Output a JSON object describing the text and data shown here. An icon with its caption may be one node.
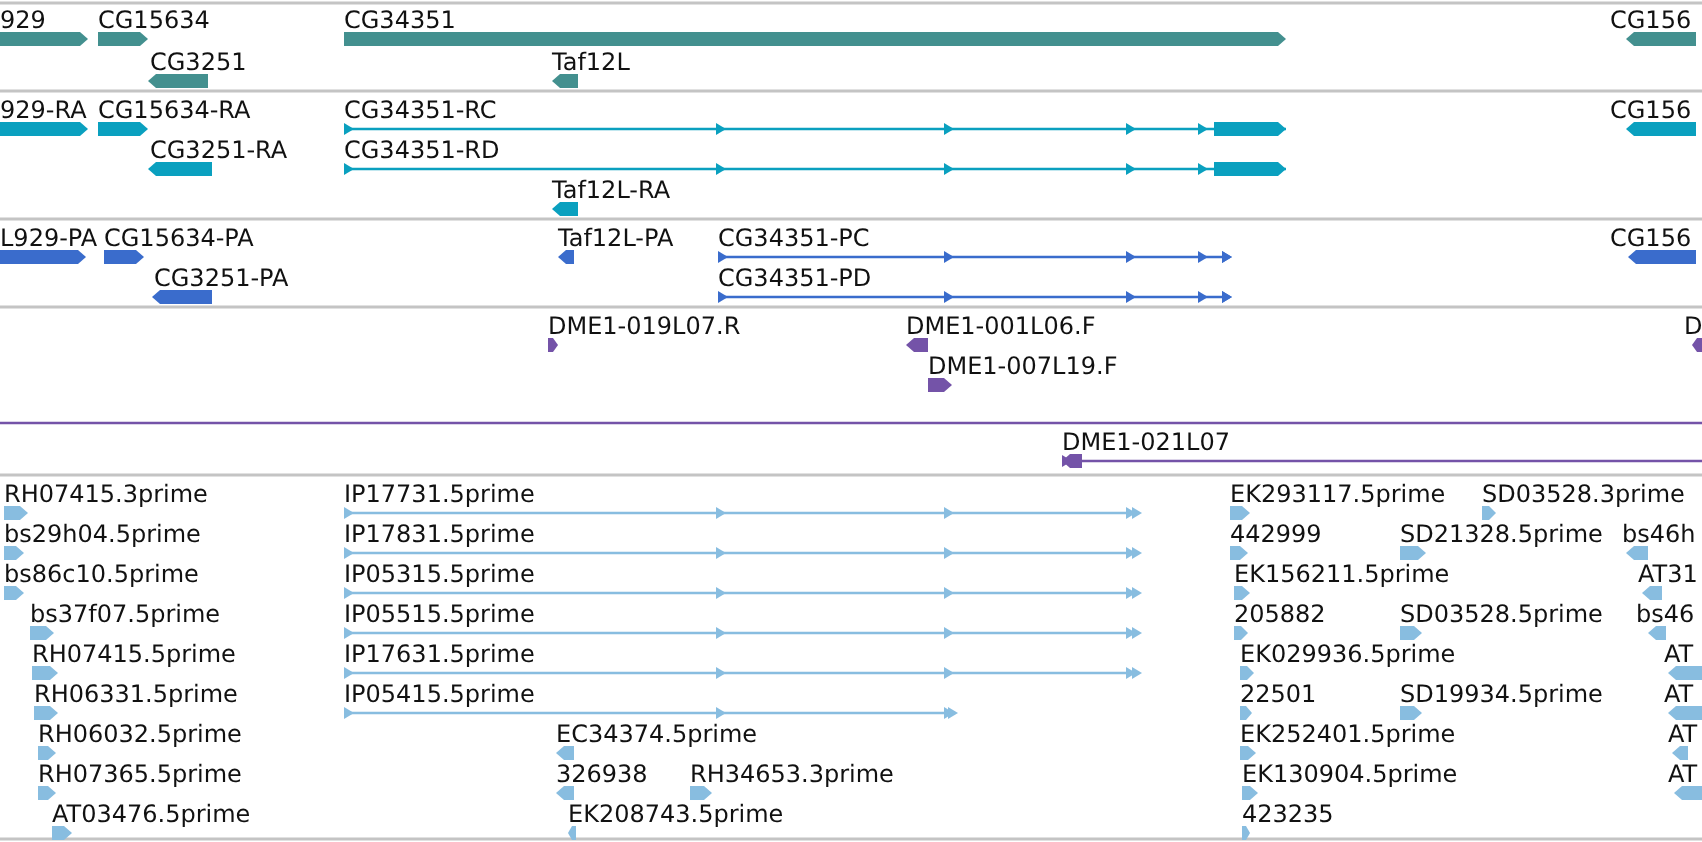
{
  "diagram": {
    "nodes": [
      {
        "text": [
          "929"
        ]
      },
      {
        "text": [
          "CG15634"
        ]
      },
      {
        "text": [
          "CG3251"
        ]
      },
      {
        "text": [
          "CG34351"
        ]
      },
      {
        "text": [
          "Taf12L"
        ]
      },
      {
        "text": [
          "CG156"
        ]
      },
      {
        "text": [
          "929-RA"
        ]
      },
      {
        "text": [
          "CG15634-RA"
        ]
      },
      {
        "text": [
          "CG3251-RA"
        ]
      },
      {
        "text": [
          "CG34351-RC"
        ]
      },
      {
        "text": [
          "CG34351-RD"
        ]
      },
      {
        "text": [
          "Taf12L-RA"
        ]
      },
      {
        "text": [
          "CG156"
        ]
      },
      {
        "text": [
          "L929-PA"
        ]
      },
      {
        "text": [
          "CG15634-PA"
        ]
      },
      {
        "text": [
          "CG3251-PA"
        ]
      },
      {
        "text": [
          "Taf12L-PA"
        ]
      },
      {
        "text": [
          "CG34351-PC"
        ]
      },
      {
        "text": [
          "CG34351-PD"
        ]
      },
      {
        "text": [
          "CG156"
        ]
      },
      {
        "text": [
          "DME1-019L07.R"
        ]
      },
      {
        "text": [
          "DME1-001L06.F"
        ]
      },
      {
        "text": [
          "D"
        ]
      },
      {
        "text": [
          "DME1-007L19.F"
        ]
      },
      {
        "text": [
          "DME1-021L07"
        ]
      },
      {
        "text": [
          "RH07415.3prime"
        ]
      },
      {
        "text": [
          "IP17731.5prime"
        ]
      },
      {
        "text": [
          "EK293117.5prime"
        ]
      },
      {
        "text": [
          "SD03528.3prime"
        ]
      },
      {
        "text": [
          "bs29h04.5prime"
        ]
      },
      {
        "text": [
          "IP17831.5prime"
        ]
      },
      {
        "text": [
          "442999"
        ]
      },
      {
        "text": [
          "SD21328.5prime"
        ]
      },
      {
        "text": [
          "bs46h"
        ]
      },
      {
        "text": [
          "bs86c10.5prime"
        ]
      },
      {
        "text": [
          "IP05315.5prime"
        ]
      },
      {
        "text": [
          "EK156211.5prime"
        ]
      },
      {
        "text": [
          "AT31"
        ]
      },
      {
        "text": [
          "bs37f07.5prime"
        ]
      },
      {
        "text": [
          "IP05515.5prime"
        ]
      },
      {
        "text": [
          "205882"
        ]
      },
      {
        "text": [
          "SD03528.5prime"
        ]
      },
      {
        "text": [
          "bs46"
        ]
      },
      {
        "text": [
          "RH07415.5prime"
        ]
      },
      {
        "text": [
          "IP17631.5prime"
        ]
      },
      {
        "text": [
          "EK029936.5prime"
        ]
      },
      {
        "text": [
          "AT"
        ]
      },
      {
        "text": [
          "RH06331.5prime"
        ]
      },
      {
        "text": [
          "IP05415.5prime"
        ]
      },
      {
        "text": [
          "22501"
        ]
      },
      {
        "text": [
          "SD19934.5prime"
        ]
      },
      {
        "text": [
          "AT"
        ]
      },
      {
        "text": [
          "RH06032.5prime"
        ]
      },
      {
        "text": [
          "EC34374.5prime"
        ]
      },
      {
        "text": [
          "EK252401.5prime"
        ]
      },
      {
        "text": [
          "AT"
        ]
      },
      {
        "text": [
          "RH07365.5prime"
        ]
      },
      {
        "text": [
          "326938"
        ]
      },
      {
        "text": [
          "RH34653.3prime"
        ]
      },
      {
        "text": [
          "EK130904.5prime"
        ]
      },
      {
        "text": [
          "AT"
        ]
      },
      {
        "text": [
          "AT03476.5prime"
        ]
      },
      {
        "text": [
          "EK208743.5prime"
        ]
      },
      {
        "text": [
          "423235"
        ]
      }
    ]
  }
}
